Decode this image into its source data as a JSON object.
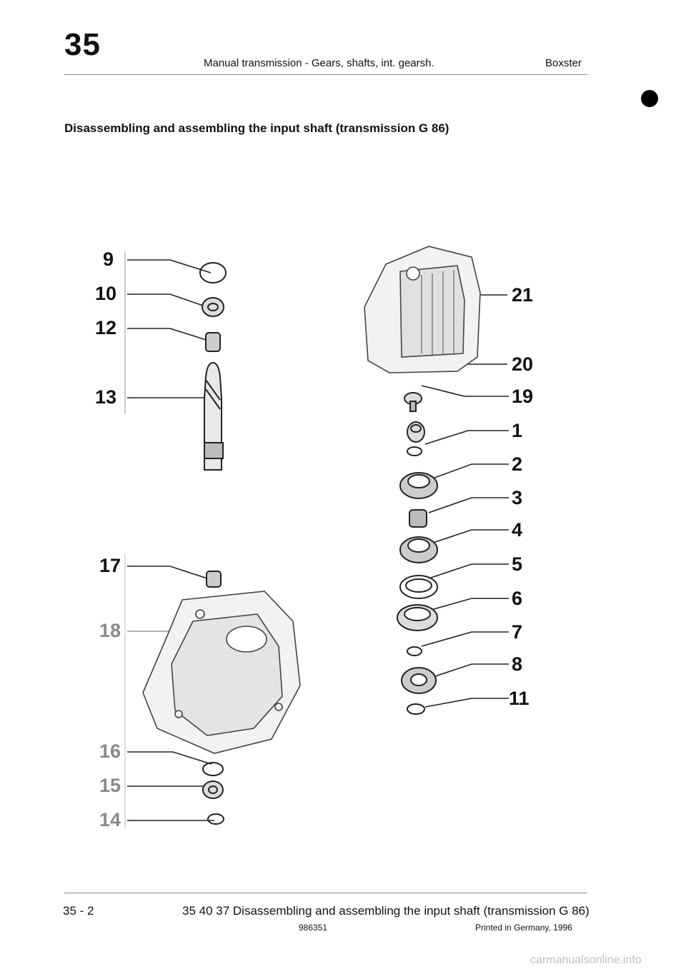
{
  "header": {
    "chapter": "35",
    "title": "Manual transmission - Gears, shafts, int. gearsh.",
    "model": "Boxster"
  },
  "section_title": "Disassembling and assembling the input shaft (transmission G 86)",
  "figure": {
    "labels": {
      "l9": "9",
      "l10": "10",
      "l12": "12",
      "l13": "13",
      "l17": "17",
      "l18": "18",
      "l16": "16",
      "l15": "15",
      "l14": "14",
      "l21": "21",
      "l20": "20",
      "l19": "19",
      "l1": "1",
      "l2": "2",
      "l3": "3",
      "l4": "4",
      "l5": "5",
      "l6": "6",
      "l7": "7",
      "l8": "8",
      "l11": "11"
    }
  },
  "footer": {
    "page": "35 - 2",
    "title": "35 40 37 Disassembling and assembling the input shaft (transmission G 86)",
    "doc_number": "986351",
    "printed": "Printed in Germany, 1996"
  },
  "watermark": "carmanualsonline.info"
}
